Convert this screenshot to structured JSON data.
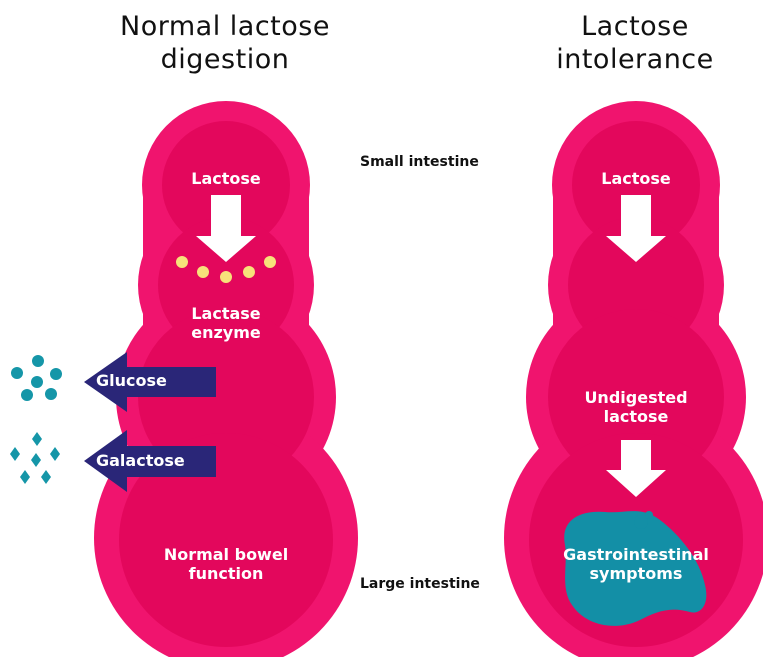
{
  "titles": {
    "left_line1": "Normal lactose",
    "left_line2": "digestion",
    "right_line1": "Lactose",
    "right_line2": "intolerance"
  },
  "side_labels": {
    "small_intestine": "Small intestine",
    "large_intestine": "Large intestine"
  },
  "left_panel": {
    "lactose": "Lactose",
    "enzyme_line1": "Lactase",
    "enzyme_line2": "enzyme",
    "glucose": "Glucose",
    "galactose": "Galactose",
    "bowel_line1": "Normal bowel",
    "bowel_line2": "function"
  },
  "right_panel": {
    "lactose": "Lactose",
    "undigested_line1": "Undigested",
    "undigested_line2": "lactose",
    "symptoms_line1": "Gastrointestinal",
    "symptoms_line2": "symptoms"
  },
  "colors": {
    "outer": "#f0146e",
    "inner": "#e3075c",
    "arrow_white": "#ffffff",
    "enzyme_dots": "#f7e27a",
    "side_arrows": "#2a2678",
    "glucose_galactose": "#1596a8",
    "symptoms_blob": "#138fa6",
    "text_dark": "#111111"
  },
  "icons": {
    "down_arrow": "down-arrow-icon",
    "left_arrow": "left-arrow-icon",
    "glucose_molecules": "circle-dots-icon",
    "galactose_molecules": "diamond-dots-icon",
    "symptoms": "splash-blob-icon"
  }
}
